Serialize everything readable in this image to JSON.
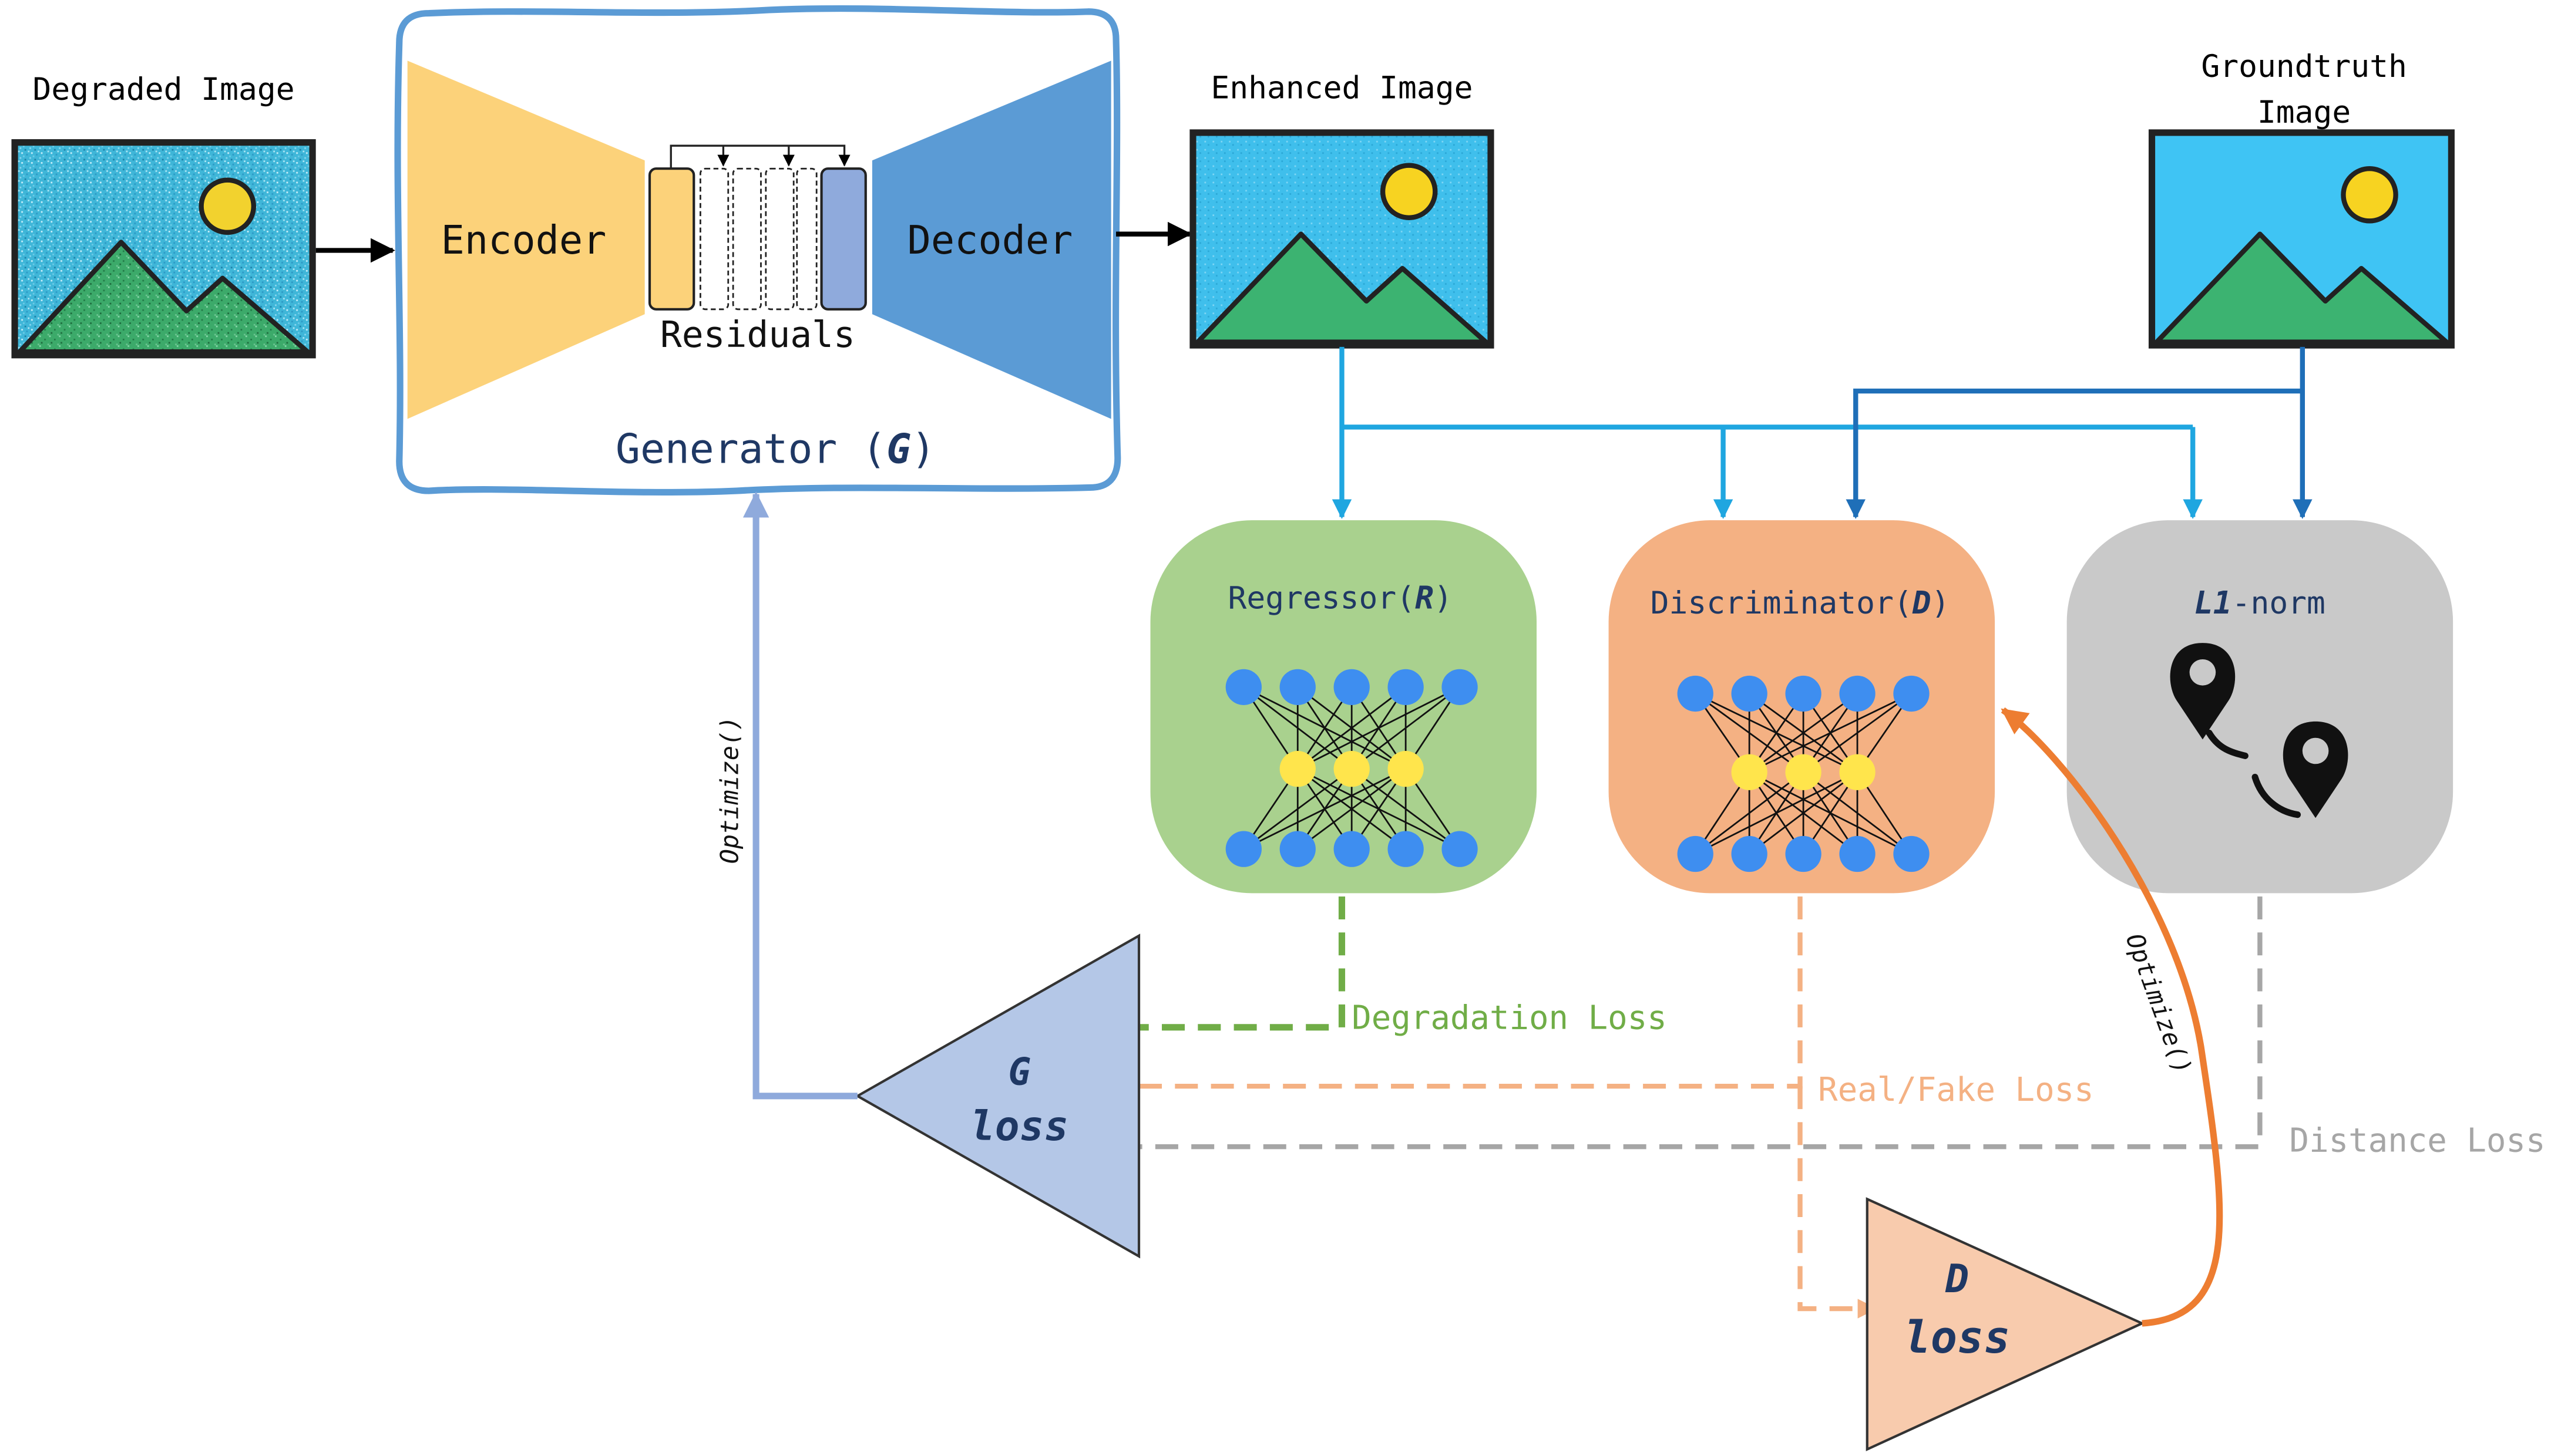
{
  "labels": {
    "degraded": "Degraded Image",
    "enhanced": "Enhanced Image",
    "groundtruth_line1": "Groundtruth",
    "groundtruth_line2": "Image",
    "encoder": "Encoder",
    "decoder": "Decoder",
    "residuals": "Residuals",
    "generator_prefix": "Generator (",
    "generator_symbol": "G",
    "generator_suffix": ")",
    "regressor_prefix": "Regressor(",
    "regressor_symbol": "R",
    "regressor_suffix": ")",
    "discriminator_prefix": "Discriminator(",
    "discriminator_symbol": "D",
    "discriminator_suffix": ")",
    "l1_symbol": "L1",
    "l1_suffix": "-norm",
    "g_loss_line1": "G",
    "g_loss_line2": "loss",
    "d_loss_line1": "D",
    "d_loss_line2": "loss",
    "degradation_loss": "Degradation Loss",
    "real_fake_loss": "Real/Fake Loss",
    "distance_loss": "Distance Loss",
    "optimize_g": "Optimize()",
    "optimize_d": "Optimize()"
  },
  "colors": {
    "encoder": "#fcd27a",
    "decoder": "#5b9bd5",
    "generator_border": "#5b9bd5",
    "regressor": "#a9d18e",
    "discriminator": "#f4b183",
    "l1norm": "#c9c9c9",
    "g_loss": "#b4c7e7",
    "d_loss": "#f8cbad",
    "arrow_light_blue": "#1fa6e0",
    "arrow_dark_blue": "#1f6fb8",
    "green_loss": "#70ad47",
    "orange_loss": "#f4b183",
    "grey_loss": "#a6a6a6",
    "optimize_g": "#8faadc",
    "optimize_d": "#ed7d31",
    "neuron_blue": "#3e8ef0",
    "neuron_yellow": "#ffe54c",
    "navy_text": "#1f3864"
  },
  "icons": [
    "image-icon",
    "location-pin-icon",
    "neural-network-icon"
  ]
}
